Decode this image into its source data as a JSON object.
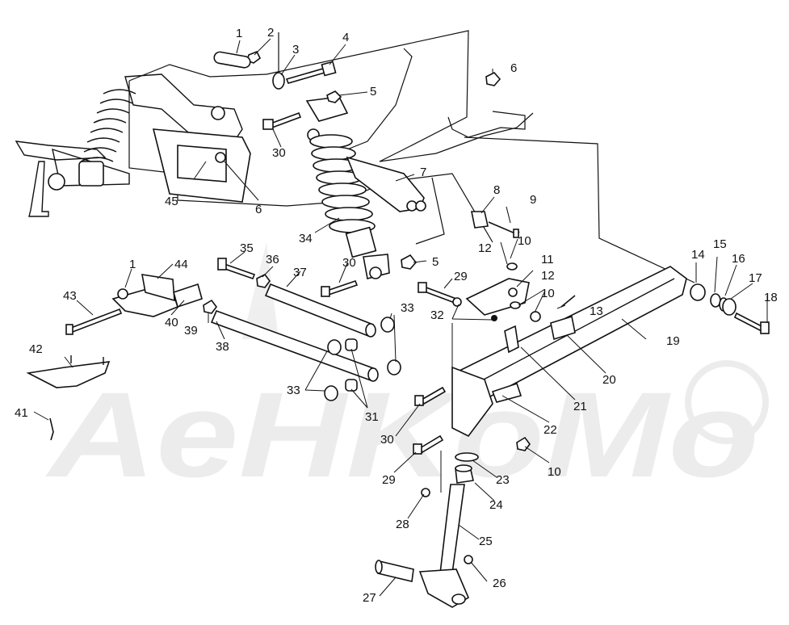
{
  "watermark": {
    "text": "AeHKoMo"
  },
  "callouts": [
    "1",
    "2",
    "3",
    "4",
    "5",
    "6",
    "6",
    "30",
    "45",
    "7",
    "8",
    "9",
    "10",
    "34",
    "35",
    "36",
    "37",
    "30",
    "5",
    "12",
    "11",
    "29",
    "12",
    "10",
    "13",
    "1",
    "44",
    "43",
    "40",
    "39",
    "38",
    "33",
    "33",
    "31",
    "32",
    "14",
    "15",
    "16",
    "17",
    "18",
    "19",
    "20",
    "21",
    "42",
    "41",
    "22",
    "30",
    "10",
    "29",
    "23",
    "24",
    "28",
    "25",
    "26",
    "27"
  ]
}
